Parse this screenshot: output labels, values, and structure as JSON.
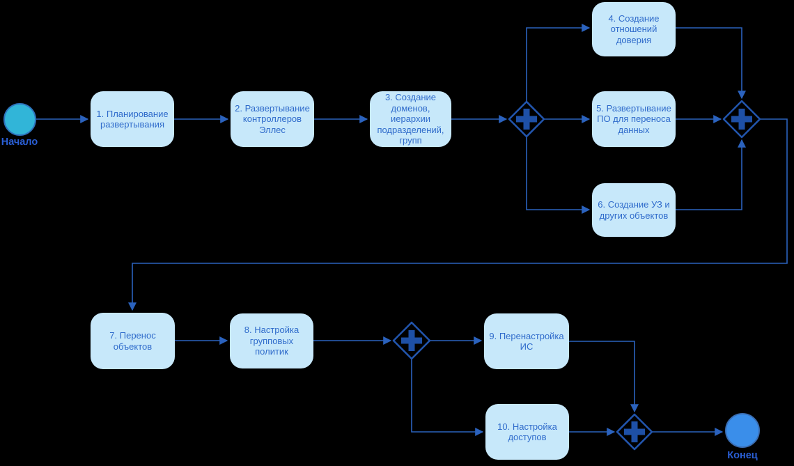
{
  "colors": {
    "background": "#000000",
    "task_fill": "#c7e8fa",
    "task_text": "#2f6bcb",
    "connector": "#2b62bd",
    "gateway_stroke": "#2255ad",
    "gateway_plus": "#1e50a6",
    "start_event_fill": "#31b5d8",
    "start_event_stroke": "#2e73bd",
    "end_event_fill": "#3a8eea",
    "end_event_stroke": "#3a6db3",
    "event_label_text": "#2a5fd6"
  },
  "events": {
    "start": {
      "label": "Начало"
    },
    "end": {
      "label": "Конец"
    }
  },
  "tasks": {
    "t1": {
      "label": "1. Планирование развертывания"
    },
    "t2": {
      "label": "2. Развертывание контроллеров Эллес"
    },
    "t3": {
      "label": "3. Создание доменов, иерархии подразделений, групп"
    },
    "t4": {
      "label": "4. Создание отношений доверия"
    },
    "t5": {
      "label": "5. Развертывание ПО для переноса данных"
    },
    "t6": {
      "label": "6. Создание УЗ и других объектов"
    },
    "t7": {
      "label": "7. Перенос объектов"
    },
    "t8": {
      "label": "8. Настройка групповых политик"
    },
    "t9": {
      "label": "9. Перенастройка ИС"
    },
    "t10": {
      "label": "10. Настройка доступов"
    }
  },
  "gateways": {
    "type": "parallel",
    "icon": "plus-icon",
    "count": 4
  }
}
